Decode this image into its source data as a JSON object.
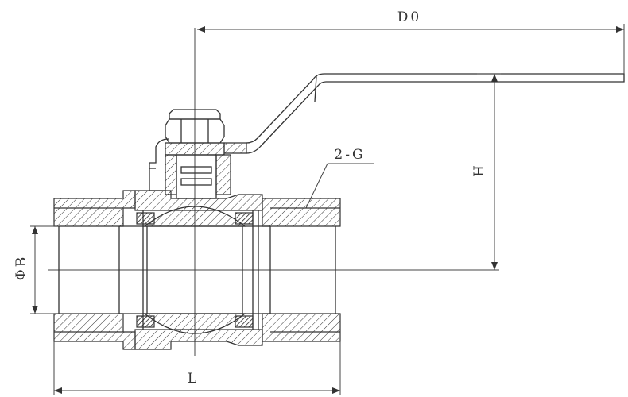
{
  "labels": {
    "handle_length": "D0",
    "height": "H",
    "thread": "2-G",
    "bore_diameter": "ΦB",
    "length": "L"
  }
}
